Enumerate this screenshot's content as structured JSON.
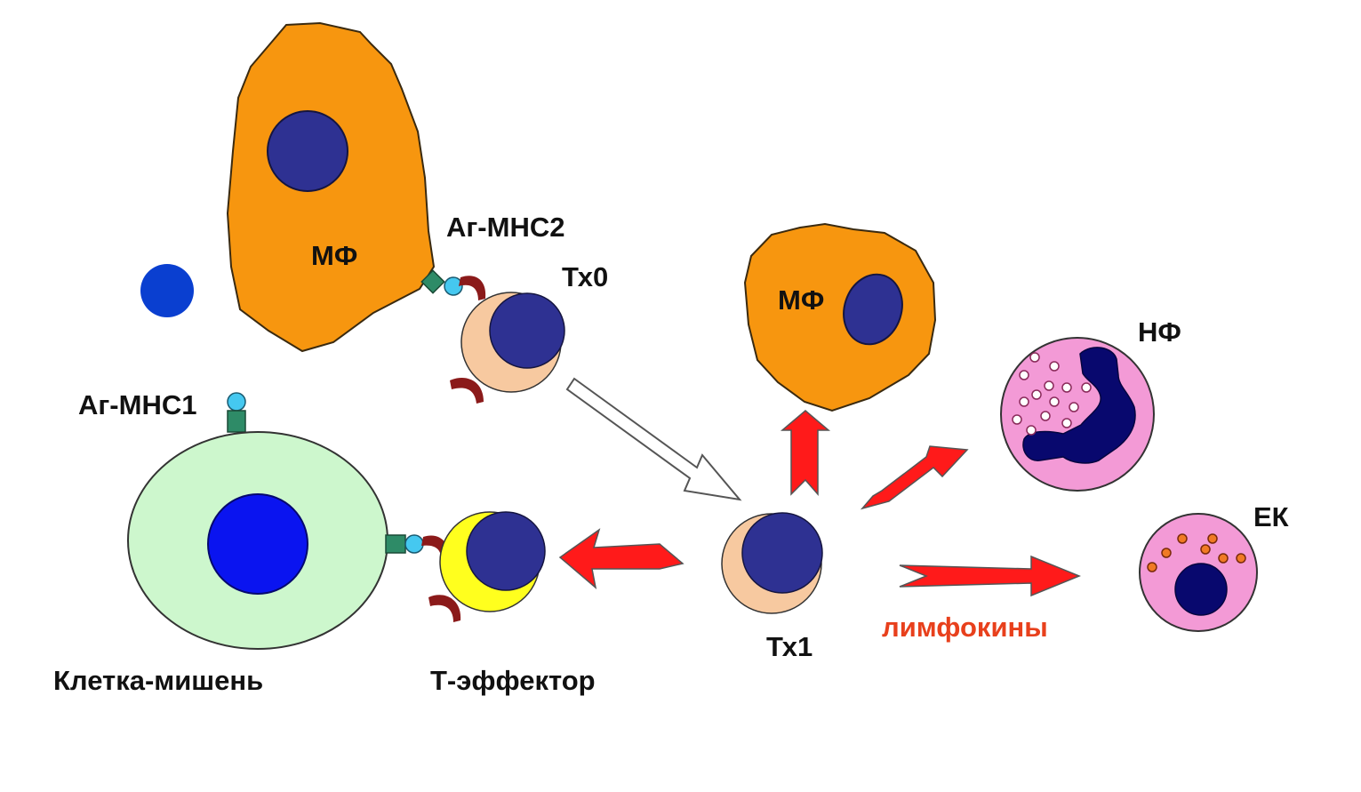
{
  "labels": {
    "mf_top": "МФ",
    "ag_mhc2": "Аг-МНС2",
    "tx0": "Тх0",
    "mf_right": "МФ",
    "nf": "НФ",
    "ag_mhc1": "Аг-МНС1",
    "ek": "ЕК",
    "lymphokines": "лимфокины",
    "target_cell": "Клетка-мишень",
    "t_effector": "Т-эффектор",
    "tx1": "Тх1"
  },
  "colors": {
    "macrophage": "#f7960f",
    "nucleus": "#2e3192",
    "free_antigen": "#0a3fd0",
    "t_cell_body": "#f7c9a0",
    "effector_body": "#ffff1e",
    "target_cell": "#cdf7cd",
    "target_nucleus": "#0a14f0",
    "granulocyte": "#f39ad6",
    "granule_nf": "#ffffff",
    "granule_ek": "#f07a24",
    "receptor": "#8b1a1a",
    "mhc": "#2e8b67",
    "antigen": "#45c8f0",
    "arrow_red": "#ff1a1a",
    "arrow_outline": "#555555",
    "label_red": "#e8401c"
  }
}
